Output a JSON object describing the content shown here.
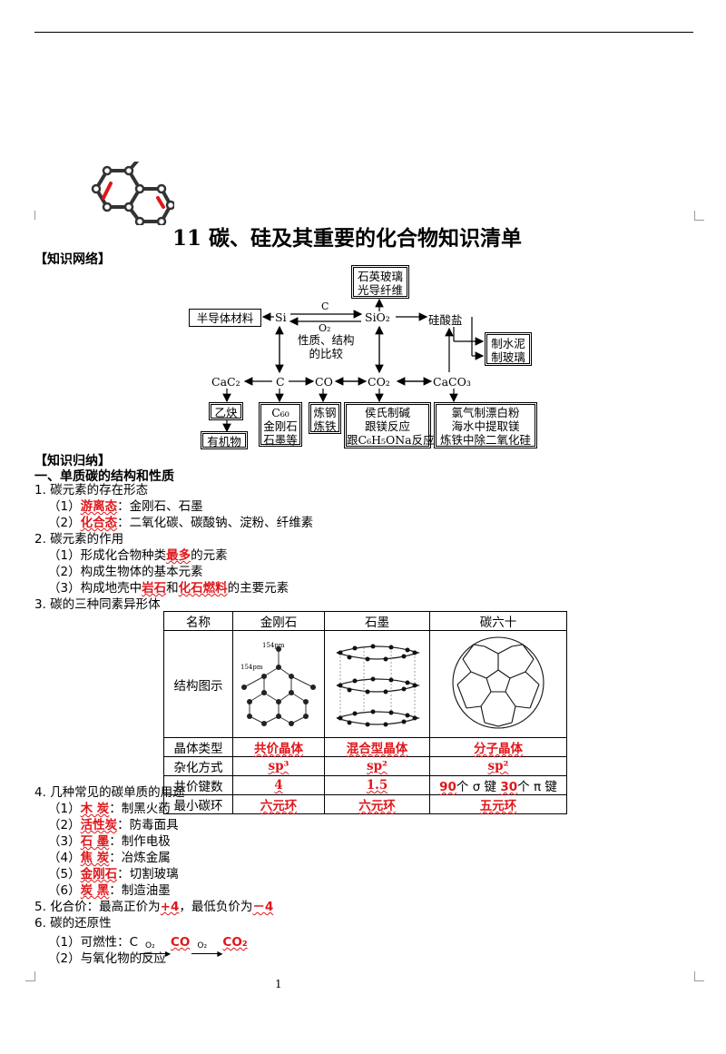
{
  "title": "11  碳、硅及其重要的化合物知识清单",
  "page_number": "1",
  "sections": {
    "network": "【知识网络】",
    "summary": "【知识归纳】",
    "part1": "一、单质碳的结构和性质"
  },
  "diagram": {
    "quartz": "石英玻璃\n光导纤维",
    "semiconductor": "半导体材料",
    "si": "Si",
    "c_reagent": "C",
    "o2_reagent": "O₂",
    "sio2": "SiO₂",
    "silicate": "硅酸盐",
    "cement": "制水泥\n制玻璃",
    "compare": "性质、结构\n的比较",
    "cac2": "CaC₂",
    "c": "C",
    "co": "CO",
    "co2": "CO₂",
    "caco3": "CaCO₃",
    "acetylene": "乙炔",
    "organic": "有机物",
    "allotropes": "C₆₀\n金刚石\n石墨等",
    "smelt": "炼钢\n炼铁",
    "hou": "侯氏制碱\n跟镁反应\n跟C₆H₅ONa反应",
    "uses": "氯气制漂白粉\n海水中提取镁\n炼铁中除二氧化硅"
  },
  "items": {
    "i1": "1.  碳元素的存在形态",
    "i1a_pre": "（1）",
    "i1a_red": "游离态",
    "i1a_post": "：金刚石、石墨",
    "i1b_pre": "（2）",
    "i1b_red": "化合态",
    "i1b_post": "：二氧化碳、碳酸钠、淀粉、纤维素",
    "i2": "2.  碳元素的作用",
    "i2a_pre": "（1）形成化合物种类",
    "i2a_red": "最多",
    "i2a_post": "的元素",
    "i2b": "（2）构成生物体的基本元素",
    "i2c_pre": "（3）构成地壳中",
    "i2c_red1": "岩石",
    "i2c_mid": "和",
    "i2c_red2": "化石燃料",
    "i2c_post": "的主要元素",
    "i3": "3.  碳的三种同素异形体",
    "i4": "4.  几种常见的碳单质的用途",
    "uses": [
      {
        "pre": "（1）",
        "name": "木  炭",
        "use": "：制黑火药"
      },
      {
        "pre": "（2）",
        "name": "活性炭",
        "use": "：防毒面具"
      },
      {
        "pre": "（3）",
        "name": "石  墨",
        "use": "：制作电极"
      },
      {
        "pre": "（4）",
        "name": "焦  炭",
        "use": "：冶炼金属"
      },
      {
        "pre": "（5）",
        "name": "金刚石",
        "use": "：切割玻璃"
      },
      {
        "pre": "（6）",
        "name": "炭  黑",
        "use": "：制造油墨"
      }
    ],
    "i5_pre": "5.  化合价：最高正价为",
    "i5_red1": "+4",
    "i5_mid": "，最低负价为",
    "i5_red2": "－4",
    "i6": "6.  碳的还原性",
    "i6a_pre": "（1）可燃性：C",
    "i6a_o2": "O₂",
    "i6a_co": "CO",
    "i6a_co2": "CO₂",
    "i6b": "（2）与氧化物的反应"
  },
  "table": {
    "headers": [
      "名称",
      "金刚石",
      "石墨",
      "碳六十"
    ],
    "struct_label": "结构图示",
    "bond_label": "154pm",
    "rows": [
      {
        "label": "晶体类型",
        "v": [
          "共价晶体",
          "混合型晶体",
          "分子晶体"
        ]
      },
      {
        "label": "杂化方式",
        "v": [
          "sp³",
          "sp²",
          "sp²"
        ]
      },
      {
        "label": "共价键数",
        "v": [
          "4",
          "1.5",
          ""
        ]
      },
      {
        "label": "最小碳环",
        "v": [
          "六元环",
          "六元环",
          "五元环"
        ]
      }
    ],
    "c60_bonds": {
      "n1": "90",
      "t1": "个 σ 键",
      "n2": "30",
      "t2": "个 π 键"
    }
  },
  "colors": {
    "accent_red": "#e0161b"
  }
}
